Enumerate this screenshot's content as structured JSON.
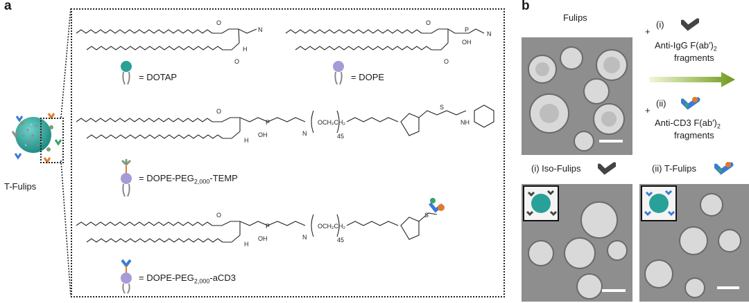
{
  "panel_a": {
    "letter": "a",
    "particle_label": "T-Fulips",
    "legend": [
      {
        "prefix": "= ",
        "name": "DOTAP"
      },
      {
        "prefix": "= ",
        "name": "DOPE"
      },
      {
        "prefix": "= ",
        "name": "DOPE-PEG",
        "sub": "2,000",
        "suffix": "-TEMP"
      },
      {
        "prefix": "= ",
        "name": "DOPE-PEG",
        "sub": "2,000",
        "suffix": "-aCD3"
      }
    ],
    "chem": {
      "O": "O",
      "H": "H",
      "P": "P",
      "OH": "OH",
      "N": "N",
      "NH": "NH",
      "n45": "45",
      "peg": "OCH₂CH₂",
      "S": "S",
      "Nplus": "N"
    }
  },
  "panel_b": {
    "letter": "b",
    "fulips_title": "Fulips",
    "step_i_marker": "(i)",
    "step_i_line1": "Anti-IgG F(ab′)",
    "step_i_sub": "2",
    "step_i_line2": "fragments",
    "step_ii_marker": "(ii)",
    "step_ii_line1": "Anti-CD3 F(ab′)",
    "step_ii_sub": "2",
    "step_ii_line2": "fragments",
    "plus": "+",
    "iso_title": "(i) Iso-Fulips",
    "t_title": "(ii) T-Fulips"
  },
  "colors": {
    "teal": "#2aa198",
    "lavender": "#a79ad6",
    "arrow_start": "#f2f7d8",
    "arrow_end": "#6f9a1a"
  }
}
